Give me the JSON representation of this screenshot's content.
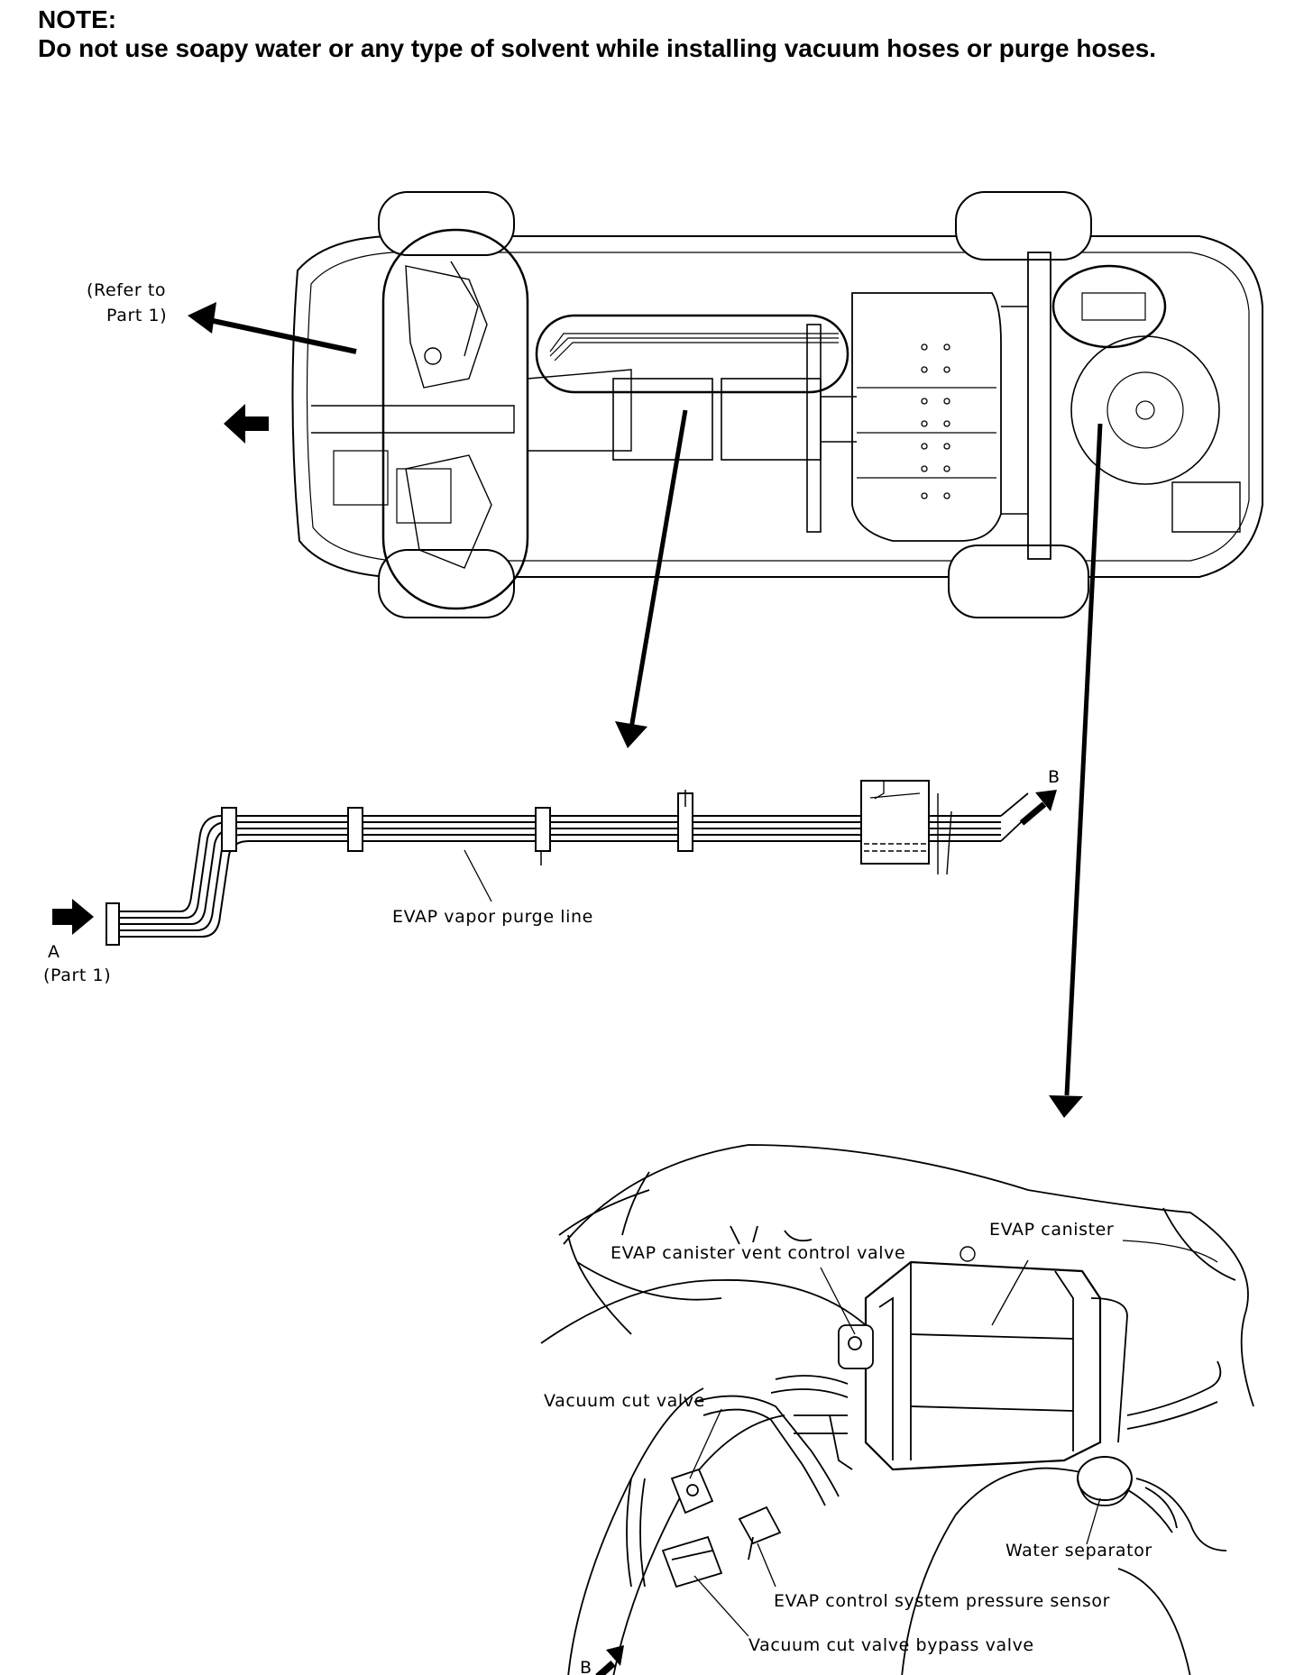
{
  "note": {
    "heading": "NOTE:",
    "text": "Do not use soapy water or any type of solvent while installing vacuum hoses or purge hoses."
  },
  "top_view": {
    "refer_line1": "(Refer to",
    "refer_line2": "Part 1)"
  },
  "purge_line": {
    "label": "EVAP vapor purge line",
    "connector_a": "A",
    "connector_a_ref": "(Part 1)",
    "connector_b": "B"
  },
  "detail_view": {
    "labels": {
      "vent_valve": "EVAP canister vent control valve",
      "canister": "EVAP canister",
      "vacuum_cut": "Vacuum cut valve",
      "water_separator": "Water separator",
      "pressure_sensor": "EVAP control system pressure sensor",
      "bypass_valve": "Vacuum cut valve bypass valve",
      "connector_b": "B"
    }
  }
}
